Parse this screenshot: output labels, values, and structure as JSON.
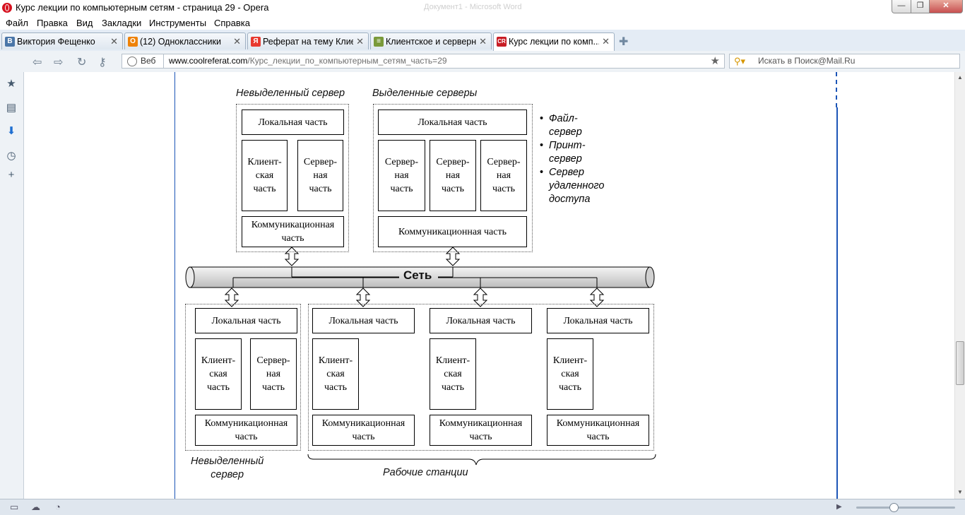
{
  "window": {
    "title": "Курс лекции по компьютерным сетям - страница 29 - Opera",
    "ghost_title": "Документ1 - Microsoft Word"
  },
  "menu": [
    "Файл",
    "Правка",
    "Вид",
    "Закладки",
    "Инструменты",
    "Справка"
  ],
  "tabs": [
    {
      "label": "Виктория Фещенко",
      "icon": "vk-icon",
      "icon_text": "В",
      "color": "#4a76a8"
    },
    {
      "label": "(12) Одноклассники",
      "icon": "odnoklassniki-icon",
      "icon_text": "O",
      "color": "#ee8208"
    },
    {
      "label": "Реферат на тему Клие...",
      "icon": "yandex-icon",
      "icon_text": "Я",
      "color": "#e8392f"
    },
    {
      "label": "Клиентское и серверн...",
      "icon": "books-icon",
      "icon_text": "≡",
      "color": "#7a9a3a"
    },
    {
      "label": "Курс лекции по комп...",
      "icon": "coolreferat-icon",
      "icon_text": "CR",
      "color": "#c81d25",
      "active": true
    }
  ],
  "address": {
    "web_label": "Веб",
    "url_domain": "www.coolreferat.com",
    "url_path": "/Курс_лекции_по_компьютерным_сетям_часть=29"
  },
  "search": {
    "placeholder": "Искать в Поиск@Mail.Ru"
  },
  "sidebar": [
    "bookmarks-icon",
    "notes-icon",
    "downloads-icon",
    "history-icon",
    "add-panel-icon"
  ],
  "diagram": {
    "label_top_left": "Невыделенный сервер",
    "label_top_right": "Выделенные серверы",
    "local_part": "Локальная часть",
    "client_part": "Клиент-\nская\nчасть",
    "server_part": "Сервер-\nная\nчасть",
    "comm_part_wrapped": "Коммуникационная\nчасть",
    "comm_part_line": "Коммуникационная часть",
    "network_label": "Сеть",
    "server_types": [
      "Файл-сервер",
      "Принт-сервер",
      "Сервер удаленного\nдоступа"
    ],
    "label_bottom_left": "Невыделенный\nсервер",
    "label_workstations": "Рабочие станции"
  }
}
